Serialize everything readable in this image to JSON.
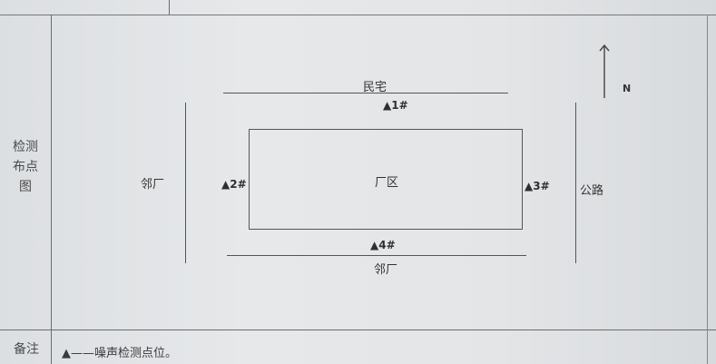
{
  "row_labels": {
    "diagram_label": "检测布点图",
    "diagram_label_lines": [
      "检测",
      "布点",
      "图"
    ],
    "remark_label": "备注"
  },
  "diagram": {
    "north_label": "N",
    "top_neighbor": "民宅",
    "left_neighbor": "邻厂",
    "bottom_neighbor": "邻厂",
    "right_neighbor": "公路",
    "plant_area": "厂区",
    "points": [
      {
        "id": "point-1",
        "label": "▲1#"
      },
      {
        "id": "point-2",
        "label": "▲2#"
      },
      {
        "id": "point-3",
        "label": "▲3#"
      },
      {
        "id": "point-4",
        "label": "▲4#"
      }
    ]
  },
  "remark": {
    "text": "▲——噪声检测点位。"
  }
}
